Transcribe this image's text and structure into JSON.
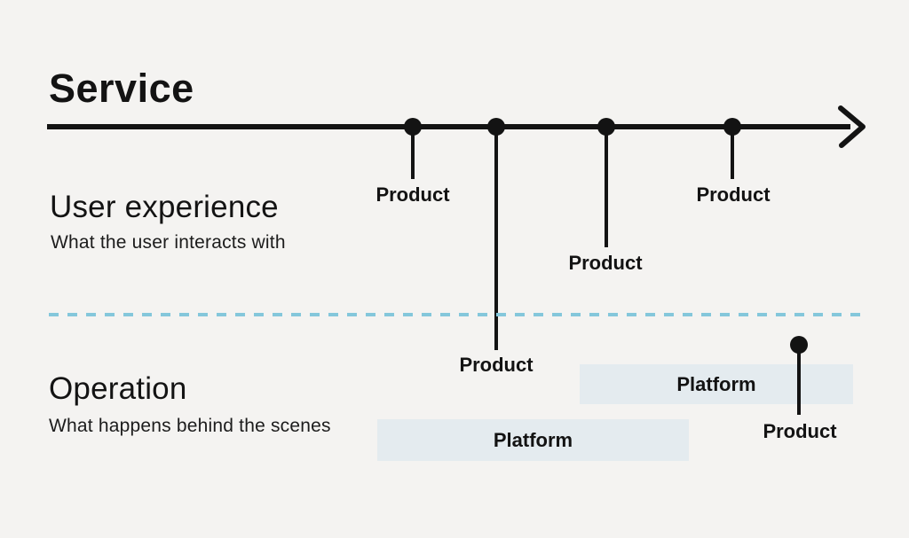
{
  "theme": {
    "background": "#f4f3f1",
    "ink": "#131313",
    "dashed_divider": "#84c7db",
    "platform_fill": "#e4ebef"
  },
  "header": {
    "title": "Service"
  },
  "lanes": {
    "user_experience": {
      "heading": "User experience",
      "description": "What the user interacts with"
    },
    "operation": {
      "heading": "Operation",
      "description": "What happens behind the scenes"
    }
  },
  "timeline": {
    "arrow_icon": "right-arrow",
    "markers": [
      {
        "label": "Product"
      },
      {
        "label": "Product"
      },
      {
        "label": "Product"
      },
      {
        "label": "Product"
      }
    ]
  },
  "operation_items": {
    "platforms": [
      {
        "label": "Platform"
      },
      {
        "label": "Platform"
      }
    ],
    "product": {
      "label": "Product"
    }
  }
}
